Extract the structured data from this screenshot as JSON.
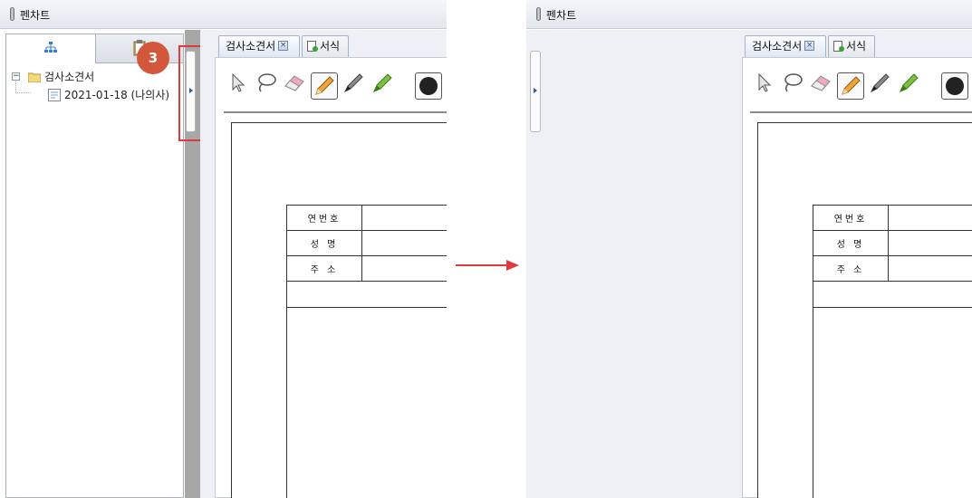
{
  "left_view": {
    "title": "펜차트",
    "tree": {
      "folder_label": "검사소견서",
      "document_label": "2021-01-18 (나의사)"
    },
    "step_badge": "3",
    "doc_tabs": [
      {
        "label": "검사소견서"
      },
      {
        "label": "서식"
      }
    ],
    "form": {
      "row1_label": "연번호",
      "row2_label": "성  명",
      "row3_label": "주  소"
    }
  },
  "right_view": {
    "title": "펜차트",
    "doc_tabs": [
      {
        "label": "검사소견서"
      },
      {
        "label": "서식"
      }
    ],
    "form": {
      "row1_label": "연번호",
      "row2_label": "성  명",
      "row3_label": "주  소"
    }
  },
  "toolbar_tools": [
    "arrow-pointer-icon",
    "lasso-icon",
    "eraser-icon",
    "pencil-icon",
    "pen-icon",
    "highlighter-icon",
    "color-picker-icon"
  ],
  "colors": {
    "highlight": "#e03a3a",
    "badge": "#d2573b",
    "selected_color": "#222222"
  }
}
